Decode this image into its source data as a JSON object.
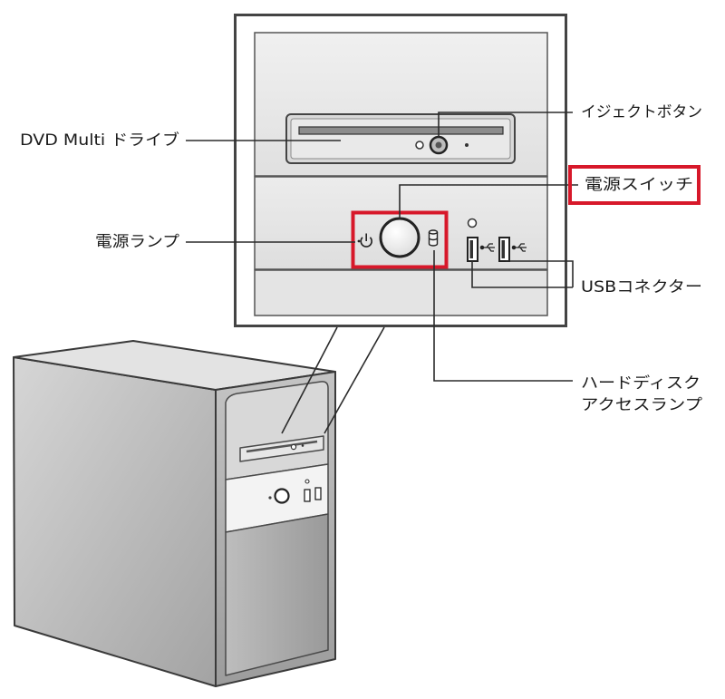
{
  "diagram": {
    "callouts": {
      "dvd_drive": {
        "text": "DVD Multi ドライブ"
      },
      "eject_button": {
        "text": "イジェクトボタン"
      },
      "power_switch": {
        "text": "電源スイッチ",
        "highlighted": true
      },
      "power_lamp": {
        "text": "電源ランプ"
      },
      "usb_connector": {
        "text": "USBコネクター"
      },
      "hdd_access_lamp": {
        "lines": [
          "ハードディスク",
          "アクセスランプ"
        ]
      }
    },
    "icons": [
      "power-icon",
      "hdd-icon",
      "usb-icon"
    ],
    "colors": {
      "highlight": "#d7182a",
      "line": "#2b2b2b",
      "panel": "#e8e8e8",
      "chassis": "#b4b4b4"
    }
  }
}
